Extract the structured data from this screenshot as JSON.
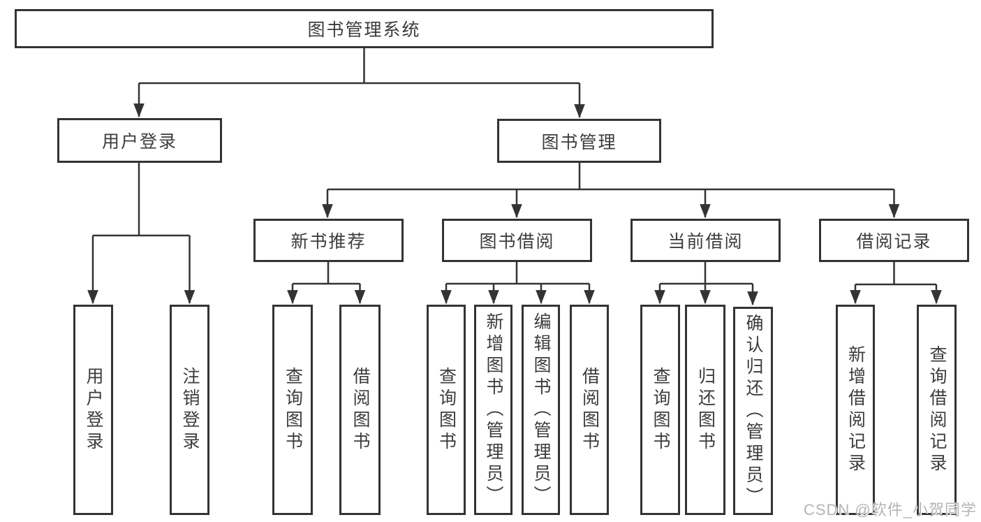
{
  "nodes": {
    "root": "图书管理系统",
    "user_login": "用户登录",
    "book_mgmt": "图书管理",
    "new_book_rec": "新书推荐",
    "book_borrow": "图书借阅",
    "current_borrow": "当前借阅",
    "borrow_record": "借阅记录",
    "login_user": "用户登录",
    "login_logout": "注销登录",
    "newbook_query": "查询图书",
    "newbook_borrow": "借阅图书",
    "borrow_query": "查询图书",
    "borrow_add": "新增图书（管理员）",
    "borrow_edit": "编辑图书（管理员）",
    "borrow_do": "借阅图书",
    "current_query": "查询图书",
    "current_return": "归还图书",
    "current_confirm": "确认归还（管理员）",
    "record_add": "新增借阅记录",
    "record_query": "查询借阅记录"
  },
  "watermark": "CSDN @软件_小贺同学",
  "colors": {
    "line": "#333333",
    "text": "#3c3c3c",
    "watermark": "#b5b5b5",
    "background": "#ffffff"
  }
}
